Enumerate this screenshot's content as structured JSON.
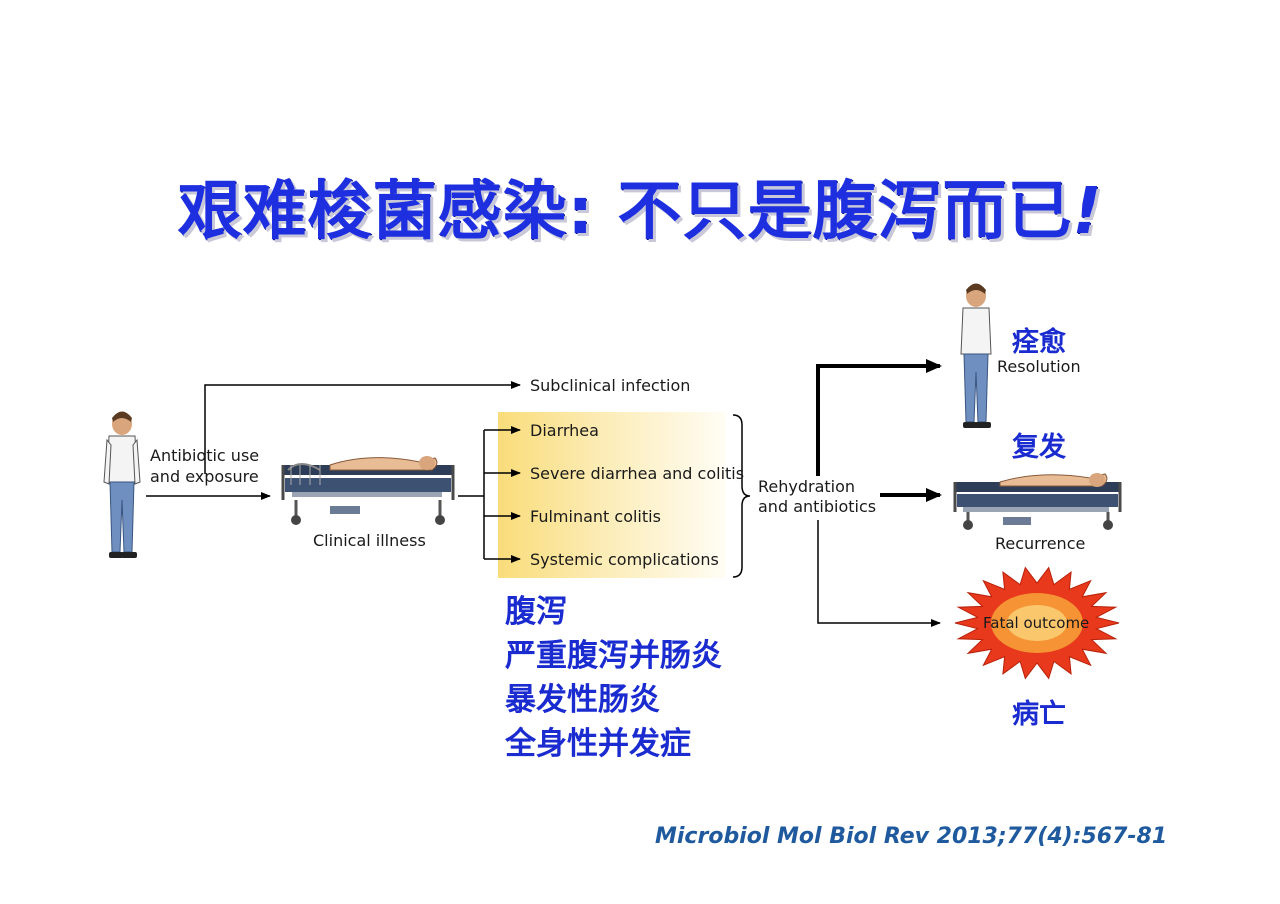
{
  "title": "艰难梭菌感染: 不只是腹泻而已",
  "title_exclaim": "!",
  "labels": {
    "antibiotic_line1": "Antibiotic use",
    "antibiotic_line2": "and exposure",
    "subclinical": "Subclinical infection",
    "clinical_illness": "Clinical illness",
    "outcomes": [
      "Diarrhea",
      "Severe diarrhea and colitis",
      "Fulminant colitis",
      "Systemic complications"
    ],
    "treatment_line1": "Rehydration",
    "treatment_line2": "and antibiotics",
    "resolution": "Resolution",
    "recurrence": "Recurrence",
    "fatal": "Fatal outcome"
  },
  "chinese": {
    "resolution": "痊愈",
    "recurrence": "复发",
    "fatal": "病亡",
    "outcomes": [
      "腹泻",
      "严重腹泻并肠炎",
      "暴发性肠炎",
      "全身性并发症"
    ]
  },
  "citation": "Microbiol Mol Biol Rev 2013;77(4):567-81",
  "colors": {
    "title": "#1e2fe0",
    "chinese_text": "#1a2bd0",
    "citation": "#1f5a9e",
    "highlight": "#f9dc7a",
    "starburst": "#e8391c"
  }
}
